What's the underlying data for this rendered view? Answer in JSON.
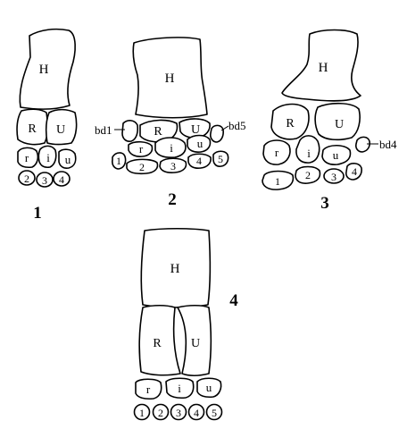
{
  "figures": [
    {
      "number": "1",
      "labels": {
        "H": "H",
        "R": "R",
        "U": "U",
        "r": "r",
        "i": "i",
        "u": "u",
        "d2": "2",
        "d3": "3",
        "d4": "4"
      }
    },
    {
      "number": "2",
      "labels": {
        "H": "H",
        "R": "R",
        "U": "U",
        "r": "r",
        "i": "i",
        "u": "u",
        "bd1": "bd1",
        "bd5": "bd5",
        "d1": "1",
        "d2": "2",
        "d3": "3",
        "d4": "4",
        "d5": "5"
      }
    },
    {
      "number": "3",
      "labels": {
        "H": "H",
        "R": "R",
        "U": "U",
        "r": "r",
        "i": "i",
        "u": "u",
        "bd4": "bd4",
        "d1": "1",
        "d2": "2",
        "d3": "3",
        "d4": "4"
      }
    },
    {
      "number": "4",
      "labels": {
        "H": "H",
        "R": "R",
        "U": "U",
        "r": "r",
        "i": "i",
        "u": "u",
        "d1": "1",
        "d2": "2",
        "d3": "3",
        "d4": "4",
        "d5": "5"
      }
    }
  ]
}
